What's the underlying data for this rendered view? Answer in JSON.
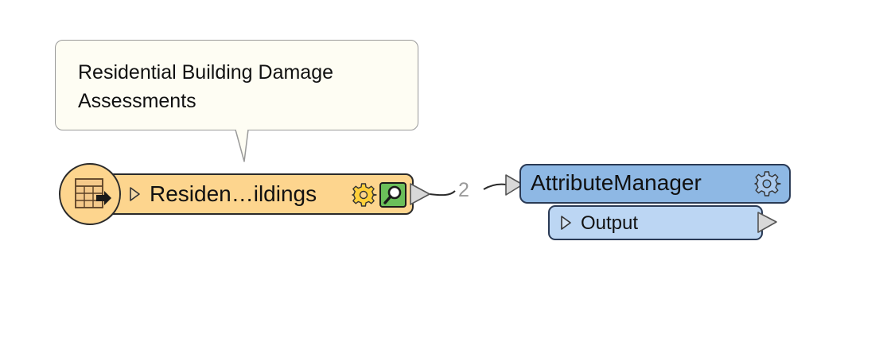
{
  "annotation": {
    "text": "Residential Building Damage Assessments"
  },
  "reader": {
    "label": "Residen…ildings",
    "icon": "table-reader-icon",
    "color": "#fdd58e"
  },
  "connection": {
    "feature_count": "2"
  },
  "transformer": {
    "label": "AttributeManager",
    "color": "#8eb8e4",
    "output_port": {
      "label": "Output",
      "color": "#bcd6f3"
    }
  }
}
